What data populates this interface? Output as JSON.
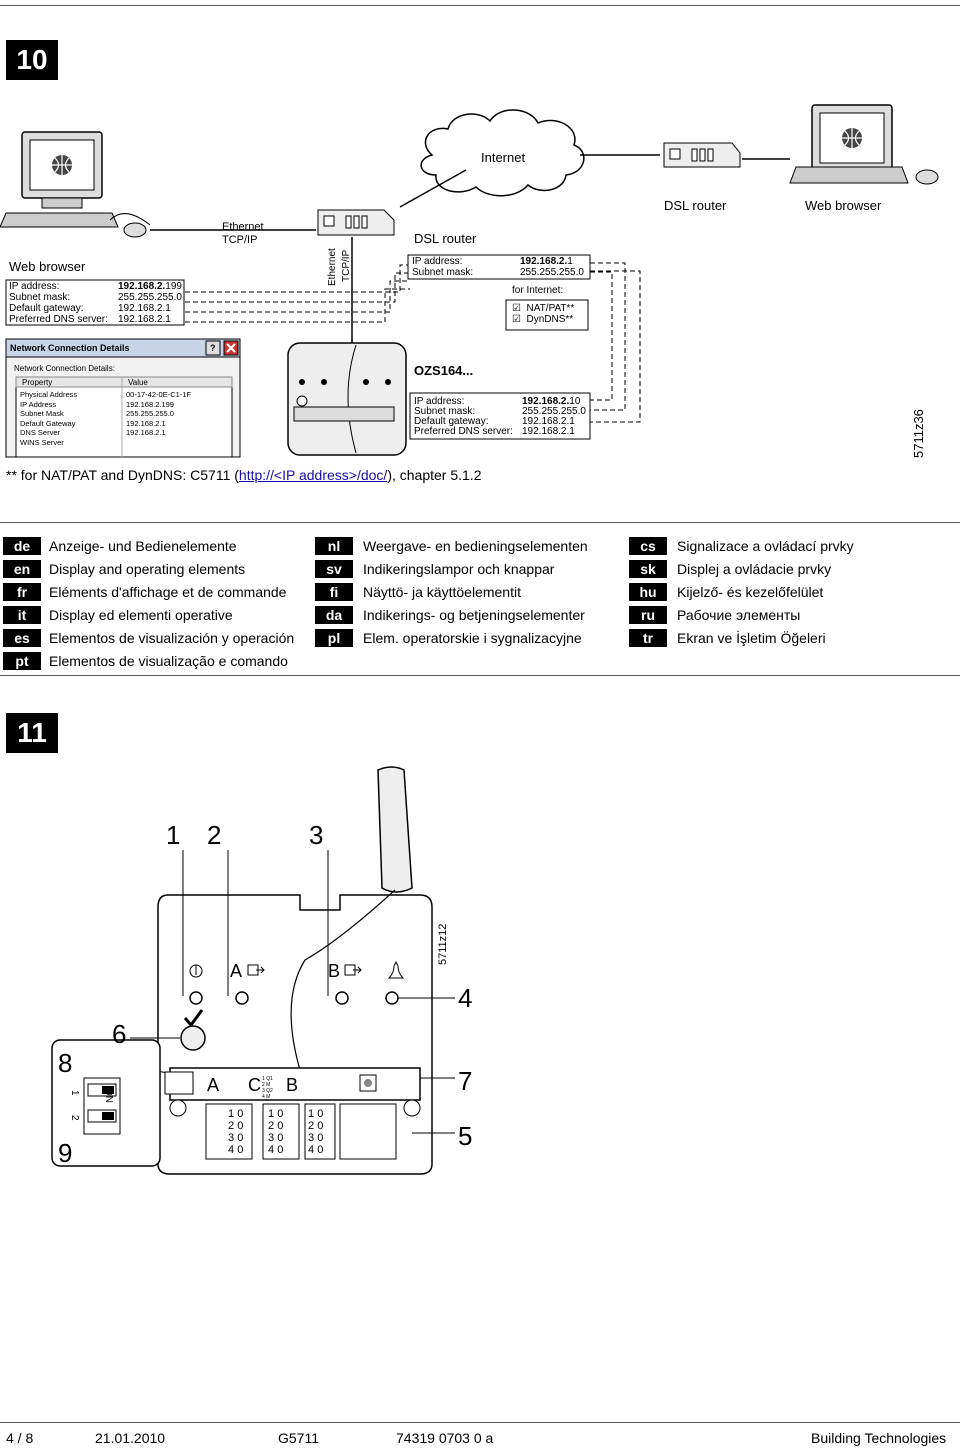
{
  "section10": {
    "number": "10",
    "internet": "Internet",
    "dsl_router_top": "DSL router",
    "web_browser_top": "Web browser",
    "ethernet_label": "Ethernet",
    "tcpip_label": "TCP/IP",
    "vertical_ethernet": "Ethernet",
    "vertical_tcpip": "TCP/IP",
    "pc_left": {
      "title": "Web browser",
      "rows": [
        {
          "label": "IP address:",
          "value_bold": "192.168.2.",
          "value": "199"
        },
        {
          "label": "Subnet mask:",
          "value_bold": "",
          "value": "255.255.255.0"
        },
        {
          "label": "Default gateway:",
          "value_bold": "",
          "value": "192.168.2.1"
        },
        {
          "label": "Preferred DNS server:",
          "value_bold": "",
          "value": "192.168.2.1"
        }
      ]
    },
    "dsl_router": {
      "title": "DSL router",
      "rows": [
        {
          "label": "IP address:",
          "value_bold": "192.168.2.",
          "value": "1"
        },
        {
          "label": "Subnet mask:",
          "value_bold": "",
          "value": "255.255.255.0"
        }
      ],
      "for_internet": "for Internet:",
      "checks": [
        "NAT/PAT**",
        "DynDNS**"
      ]
    },
    "ozs": {
      "title": "OZS164...",
      "rows": [
        {
          "label": "IP address:",
          "value_bold": "192.168.2.",
          "value": "10"
        },
        {
          "label": "Subnet mask:",
          "value_bold": "",
          "value": "255.255.255.0"
        },
        {
          "label": "Default gateway:",
          "value_bold": "",
          "value": "192.168.2.1"
        },
        {
          "label": "Preferred DNS server:",
          "value_bold": "",
          "value": "192.168.2.1"
        }
      ]
    },
    "dialog": {
      "title": "Network Connection Details",
      "subtitle": "Network Connection Details:",
      "col_property": "Property",
      "col_value": "Value",
      "rows": [
        {
          "p": "Physical Address",
          "v": "00-17-42-0E-C1-1F"
        },
        {
          "p": "IP Address",
          "v": "192.168.2.199"
        },
        {
          "p": "Subnet Mask",
          "v": "255.255.255.0"
        },
        {
          "p": "Default Gateway",
          "v": "192.168.2.1"
        },
        {
          "p": "DNS Server",
          "v": "192.168.2.1"
        },
        {
          "p": "WINS Server",
          "v": ""
        }
      ]
    },
    "note_prefix": "** for NAT/PAT and DynDNS: C5711 (",
    "note_link": "http://<IP address>/doc/",
    "note_suffix": "), chapter 5.1.2",
    "figure_id": "5711z36"
  },
  "languages": {
    "col1": [
      {
        "code": "de",
        "text": "Anzeige- und Bedienelemente"
      },
      {
        "code": "en",
        "text": "Display and operating elements"
      },
      {
        "code": "fr",
        "text": "Eléments d'affichage et de commande"
      },
      {
        "code": "it",
        "text": "Display ed elementi operative"
      },
      {
        "code": "es",
        "text": "Elementos de visualización y operación"
      },
      {
        "code": "pt",
        "text": "Elementos de visualização e comando"
      }
    ],
    "col2": [
      {
        "code": "nl",
        "text": "Weergave- en bedieningselementen"
      },
      {
        "code": "sv",
        "text": "Indikeringslampor och knappar"
      },
      {
        "code": "fi",
        "text": "Näyttö- ja käyttöelementit"
      },
      {
        "code": "da",
        "text": "Indikerings- og betjeningselementer"
      },
      {
        "code": "pl",
        "text": "Elem. operatorskie i sygnalizacyjne"
      }
    ],
    "col3": [
      {
        "code": "cs",
        "text": "Signalizace a ovládací prvky"
      },
      {
        "code": "sk",
        "text": "Displej a ovládacie prvky"
      },
      {
        "code": "hu",
        "text": "Kijelző- és kezelőfelület"
      },
      {
        "code": "ru",
        "text": "Рабочие элементы"
      },
      {
        "code": "tr",
        "text": "Ekran ve İşletim Öğeleri"
      }
    ]
  },
  "section11": {
    "number": "11",
    "callouts": [
      "1",
      "2",
      "3",
      "4",
      "5",
      "6",
      "7",
      "8",
      "9"
    ],
    "label_a": "A",
    "label_b": "B",
    "label_c": "C",
    "dip_on": "ON",
    "dip_1": "1",
    "dip_2": "2",
    "c_pins": [
      "1 Q1",
      "2 M",
      "3 Q2",
      "4 M"
    ],
    "term_nums": [
      "1",
      "2",
      "3",
      "4"
    ],
    "term_zero": "0",
    "figure_id": "5711z12"
  },
  "footer": {
    "page": "4 / 8",
    "date": "21.01.2010",
    "doc": "G5711",
    "number": "74319 0703 0 a",
    "company": "Building Technologies"
  }
}
